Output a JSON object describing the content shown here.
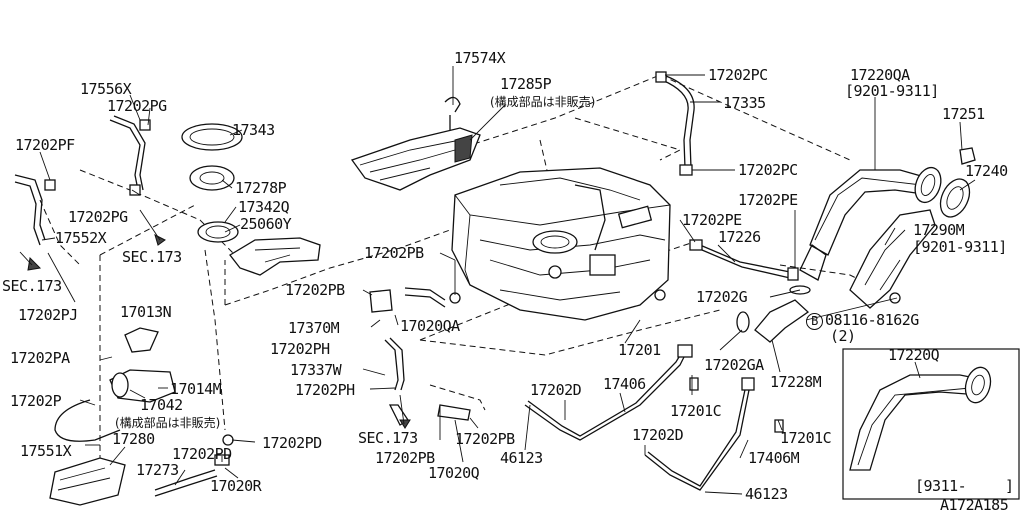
{
  "diagram_id": "A172A185",
  "labels": {
    "p17574x": "17574X",
    "p17285p": "17285P",
    "note_top": "(構成部品は非販売)",
    "p17202pc_a": "17202PC",
    "p17335": "17335",
    "p17202pc_b": "17202PC",
    "p17220qa": "17220QA",
    "range_a": "[9201-9311]",
    "p17251": "17251",
    "p17240": "17240",
    "p17556x": "17556X",
    "p17202pg_a": "17202PG",
    "p17343": "17343",
    "p17202pf": "17202PF",
    "p17278p": "17278P",
    "p17342q": "17342Q",
    "p17202pg_b": "17202PG",
    "p25060y": "25060Y",
    "p17552x": "17552X",
    "sec173_a": "SEC.173",
    "sec173_b": "SEC.173",
    "p17202pj": "17202PJ",
    "p17202pb_a": "17202PB",
    "p17202pb_b": "17202PB",
    "p17202pe_a": "17202PE",
    "p17202pe_b": "17202PE",
    "p17226": "17226",
    "p17290m": "17290M",
    "range_b": "[9201-9311]",
    "p17202g": "17202G",
    "bolt": "08116-8162G",
    "bolt_circle": "B",
    "bolt_qty": "(2)",
    "p17013n": "17013N",
    "p17370m": "17370M",
    "p17020qa": "17020QA",
    "p17202ph_a": "17202PH",
    "p17201": "17201",
    "p17202ga": "17202GA",
    "p17202pa": "17202PA",
    "p17014m": "17014M",
    "p17337w": "17337W",
    "p17228m": "17228M",
    "p17202p": "17202P",
    "p17042": "17042",
    "p17202ph_b": "17202PH",
    "p17406": "17406",
    "p17202d_a": "17202D",
    "p17201c_a": "17201C",
    "p17220q": "17220Q",
    "note_mid": "(構成部品は非販売)",
    "p17551x": "17551X",
    "p17280": "17280",
    "p17202pd_a": "17202PD",
    "sec173_c": "SEC.173",
    "p17202pb_c": "17202PB",
    "p17202d_b": "17202D",
    "p17201c_b": "17201C",
    "p17273": "17273",
    "p17202pd_b": "17202PD",
    "p17020r": "17020R",
    "p17202pb_d": "17202PB",
    "p17020q": "17020Q",
    "p46123_a": "46123",
    "p17406m": "17406M",
    "p46123_b": "46123",
    "range_c": "[9311-",
    "range_c_end": "]"
  }
}
